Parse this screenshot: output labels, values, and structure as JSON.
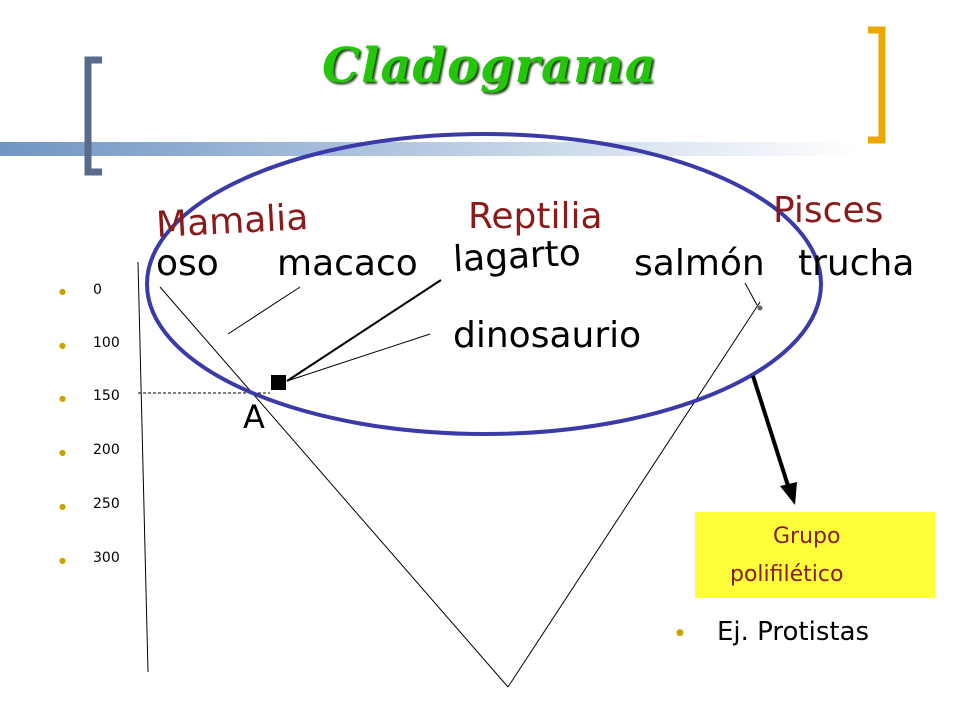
{
  "title": "Cladograma",
  "groups": {
    "mamalia": "Mamalia",
    "reptilia": "Reptilia",
    "pisces": "Pisces"
  },
  "species": {
    "oso": "oso",
    "macaco": "macaco",
    "lagarto": "lagarto",
    "salmon": "salmón",
    "trucha": "trucha",
    "dinosaurio": "dinosaurio"
  },
  "scale": [
    "0",
    "100",
    "150",
    "200",
    "250",
    "300"
  ],
  "point_label": "A",
  "callout": {
    "line1": "Grupo",
    "line2": "polifilético"
  },
  "example": "Ej. Protistas",
  "colors": {
    "title": "#24c60a",
    "group_labels": "#8b1a1a",
    "callout_bg": "#ffff3c",
    "ellipse": "#3a3aa8",
    "bracket_left": "#5a6a8a",
    "bracket_right": "#e8a800"
  }
}
